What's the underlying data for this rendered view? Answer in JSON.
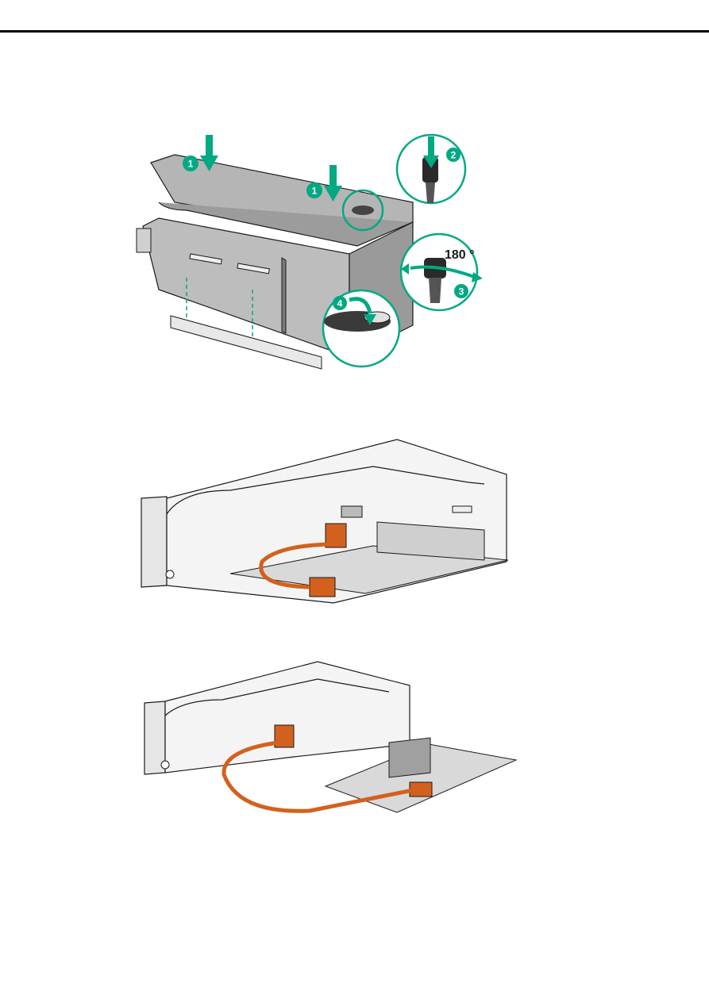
{
  "header": {
    "rule": true
  },
  "figures": [
    {
      "id": "cage-install",
      "callouts": [
        {
          "label": "1"
        },
        {
          "label": "1"
        },
        {
          "label": "2"
        },
        {
          "label": "3"
        },
        {
          "label": "4"
        }
      ],
      "rotation_label": "180 °",
      "icons": [
        "arrow-down-icon",
        "rotate-arrow-icon"
      ]
    },
    {
      "id": "cable-short-route"
    },
    {
      "id": "cable-long-route"
    }
  ],
  "colors": {
    "accent_green": "#01a982",
    "cable_orange": "#d2611e",
    "metal_gray": "#a8a8a8",
    "line": "#1a1a1a"
  }
}
